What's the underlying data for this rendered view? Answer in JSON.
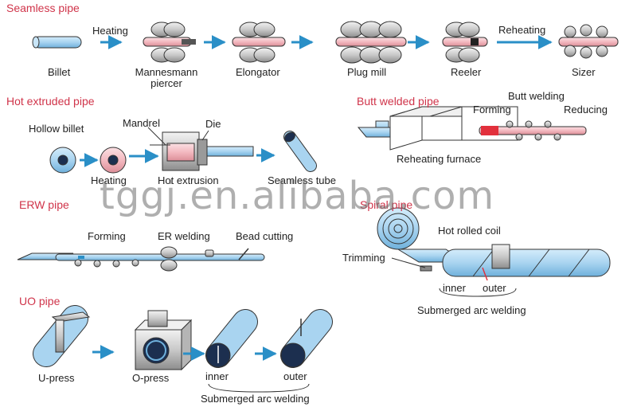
{
  "sections": {
    "seamless": "Seamless pipe",
    "hot_extruded": "Hot extruded pipe",
    "butt_welded": "Butt welded pipe",
    "erw": "ERW pipe",
    "spiral": "Spiral pipe",
    "uo": "UO pipe"
  },
  "seamless": {
    "billet": "Billet",
    "heating": "Heating",
    "piercer": "Mannesmann piercer",
    "elongator": "Elongator",
    "plug_mill": "Plug mill",
    "reeler": "Reeler",
    "reheating": "Reheating",
    "sizer": "Sizer"
  },
  "hot_extruded": {
    "hollow_billet": "Hollow billet",
    "heating": "Heating",
    "mandrel": "Mandrel",
    "die": "Die",
    "extrusion": "Hot extrusion",
    "seamless_tube": "Seamless tube"
  },
  "butt_welded": {
    "forming": "Forming",
    "butt_welding": "Butt welding",
    "reducing": "Reducing",
    "furnace": "Reheating furnace"
  },
  "erw": {
    "forming": "Forming",
    "er_welding": "ER welding",
    "bead_cutting": "Bead cutting"
  },
  "spiral": {
    "coil": "Hot rolled coil",
    "trimming": "Trimming",
    "inner": "inner",
    "outer": "outer",
    "saw": "Submerged arc welding"
  },
  "uo": {
    "u_press": "U-press",
    "o_press": "O-press",
    "inner": "inner",
    "outer": "outer",
    "saw": "Submerged arc welding"
  },
  "watermark": "tggj.en.alibaba.com",
  "colors": {
    "section_title": "#d0344a",
    "pipe_blue": "#a9d4f0",
    "pipe_hot": "#f3b9c0",
    "arrow": "#2a8fc7",
    "outline": "#333333"
  }
}
